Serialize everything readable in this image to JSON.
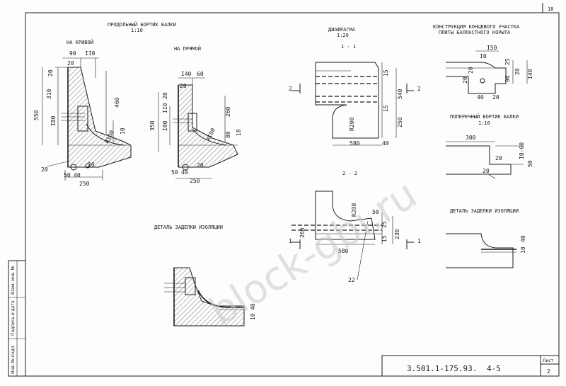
{
  "corner_sheet_number": "10",
  "titles": {
    "longitudinal": "ПРОДОЛЬНЫЙ БОРТИК БАЛКИ",
    "longitudinal_scale": "1:10",
    "on_curve": "НА КРИВОЙ",
    "on_straight": "НА ПРЯМОЙ",
    "diaphragm": "ДИАФРАГМА",
    "diaphragm_scale": "1:20",
    "section_1": "1 - 1",
    "section_2": "2 - 2",
    "end_section_line1": "КОНСТРУКЦИЯ КОНЦЕВОГО УЧАСТКА",
    "end_section_line2": "ПЛИТЫ БАЛЛАСТНОГО КОРЫТА",
    "transverse": "ПОПЕРЕЧНЫЙ БОРТИК БАЛКИ",
    "transverse_scale": "1:10",
    "insulation_left": "ДЕТАЛЬ ЗАДЕЛКИ ИЗОЛЯЦИИ",
    "insulation_right": "ДЕТАЛЬ ЗАДЕЛКИ ИЗОЛЯЦИИ"
  },
  "dims": {
    "c90": "90",
    "c110": "II0",
    "c20a": "20",
    "c20b": "20",
    "c310": "310",
    "c550": "550",
    "c460": "460",
    "c100": "I00",
    "c10": "10",
    "c20c": "20",
    "c50": "50",
    "c40": "40",
    "c250": "250",
    "c20d": "20",
    "cR100": "R100",
    "s140": "I40",
    "s60": "60",
    "s20a": "20",
    "s20b": "20",
    "s110": "II0",
    "s350": "350",
    "s100": "I00",
    "s260": "260",
    "s80": "80",
    "s10": "10",
    "s50": "50",
    "s40": "40",
    "s250": "250",
    "s20c": "20",
    "sR100": "RI00",
    "d15a": "15",
    "d540": "540",
    "d15b": "15",
    "d250": "250",
    "dR200": "R200",
    "d580": "580",
    "d40": "40",
    "d2L": "2",
    "d2R": "2",
    "e200": "R200",
    "e50": "50",
    "e25": "25",
    "e15": "15",
    "e230": "230",
    "e260": "260",
    "e580": "580",
    "e1L": "1",
    "e1R": "1",
    "e22": "22",
    "k150": "I50",
    "k10": "I0",
    "k25": "25",
    "k20a": "20",
    "k20b": "20",
    "k96": "96",
    "k20c": "20",
    "k140": "I40",
    "k40": "40",
    "k20d": "20",
    "t300": "300",
    "t1060": "I0-60",
    "t20": "20",
    "t50": "50",
    "t20b": "20",
    "i10": "10",
    "i40": "40",
    "j10": "10",
    "j40": "40"
  },
  "watermark": "block-gbi.ru",
  "stamp": {
    "field1": "Инв. № подл.",
    "field2": "Подпись и дата",
    "field3": "Взам. инв. №",
    "code": "3.501.1-175.93.",
    "sheet_ref": "4-5",
    "sheet_label": "Лист",
    "sheet_no": "2"
  }
}
